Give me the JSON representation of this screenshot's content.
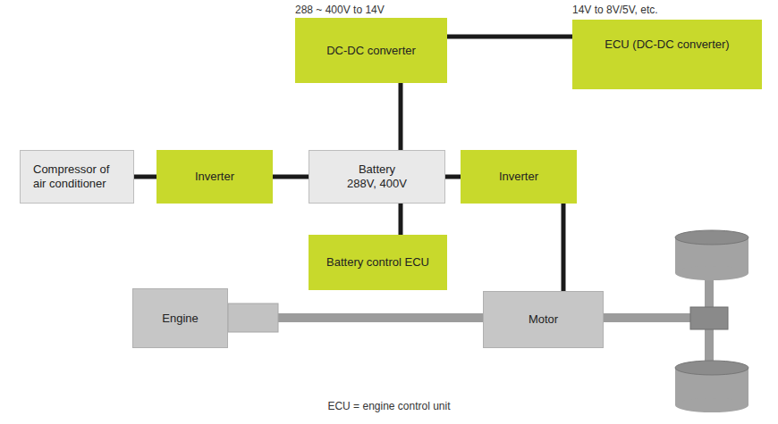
{
  "diagram": {
    "nodes": [
      {
        "text": [
          "DC-DC converter"
        ]
      },
      {
        "text": [
          "ECU (DC-DC converter)"
        ]
      },
      {
        "text": [
          "Compressor of air conditioner"
        ]
      },
      {
        "text": [
          "Inverter"
        ]
      },
      {
        "text": [
          "Battery",
          "288V, 400V"
        ]
      },
      {
        "text": [
          "Inverter"
        ]
      },
      {
        "text": [
          "Battery control ECU"
        ]
      },
      {
        "text": [
          "Engine"
        ]
      },
      {
        "text": [
          "Motor"
        ]
      }
    ],
    "edges": [
      {
        "from": 0,
        "to": 4,
        "arrow": "none"
      },
      {
        "from": 0,
        "to": 1,
        "arrow": "none"
      },
      {
        "from": 2,
        "to": 3,
        "arrow": "none"
      },
      {
        "from": 3,
        "to": 4,
        "arrow": "none"
      },
      {
        "from": 4,
        "to": 5,
        "arrow": "none"
      },
      {
        "from": 4,
        "to": 6,
        "arrow": "none"
      },
      {
        "from": 5,
        "to": 8,
        "arrow": "none"
      },
      {
        "from": 7,
        "to": 8,
        "arrow": "none"
      }
    ],
    "labels": [
      "288 ~ 400V to 14V",
      "14V to 8V/5V, etc.",
      "ECU = engine control unit"
    ]
  }
}
